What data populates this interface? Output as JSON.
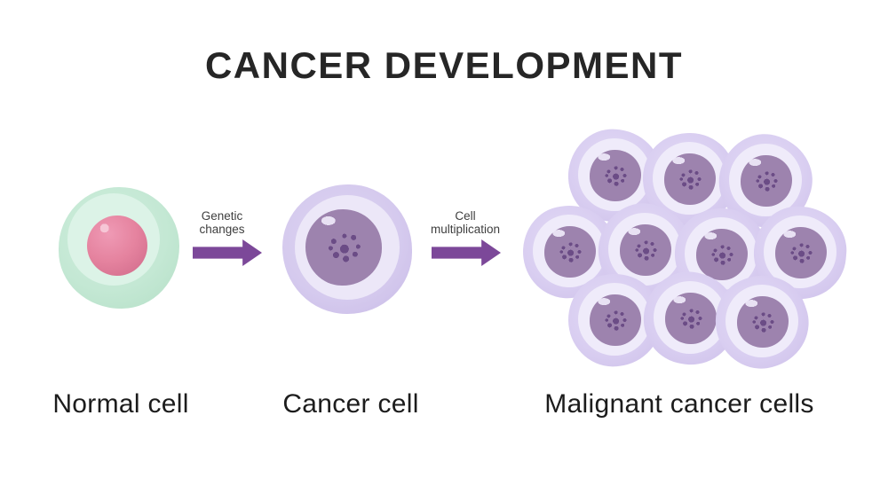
{
  "title": "CANCER DEVELOPMENT",
  "stages": [
    {
      "name": "normal-cell",
      "label": "Normal cell"
    },
    {
      "name": "cancer-cell",
      "label": "Cancer cell"
    },
    {
      "name": "malignant-cancer-cells",
      "label": "Malignant cancer cells",
      "cell_count": 10,
      "row_arrangement": [
        3,
        4,
        3
      ]
    }
  ],
  "arrows": [
    {
      "label": "Genetic\nchanges"
    },
    {
      "label": "Cell\nmultiplication"
    }
  ],
  "colors": {
    "background": "#ffffff",
    "title_text": "#262626",
    "stage_label_text": "#1c1c1c",
    "arrow_label_text": "#3e3e3e",
    "arrow_fill": "#7c4899",
    "normal_cell_membrane": "#c4e8d4",
    "normal_cell_cytoplasm": "#dcf3e7",
    "normal_cell_nucleus_pink": "#e5839f",
    "cancer_cell_membrane": "#d5caee",
    "cancer_cell_cytoplasm": "#ece7f8",
    "cancer_cell_nucleus": "#9d83ae",
    "nucleolus_dots": "#6b4c86"
  }
}
